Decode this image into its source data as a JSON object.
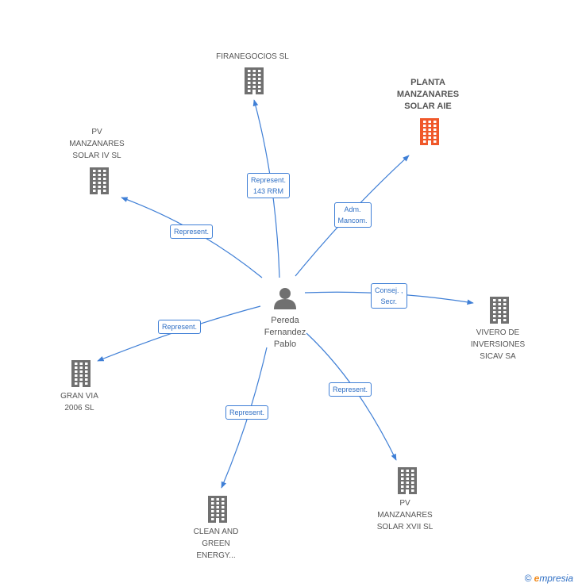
{
  "center": {
    "name_lines": [
      "Pereda",
      "Fernandez",
      "Pablo"
    ]
  },
  "nodes": [
    {
      "id": "firanegocios",
      "lines": [
        "FIRANEGOCIOS SL"
      ],
      "highlight": false
    },
    {
      "id": "planta",
      "lines": [
        "PLANTA",
        "MANZANARES",
        "SOLAR AIE"
      ],
      "highlight": true
    },
    {
      "id": "pv4",
      "lines": [
        "PV",
        "MANZANARES",
        "SOLAR IV SL"
      ],
      "highlight": false
    },
    {
      "id": "vivero",
      "lines": [
        "VIVERO DE",
        "INVERSIONES",
        "SICAV SA"
      ],
      "highlight": false
    },
    {
      "id": "granvia",
      "lines": [
        "GRAN VIA",
        "2006 SL"
      ],
      "highlight": false
    },
    {
      "id": "clean",
      "lines": [
        "CLEAN AND",
        "GREEN",
        "ENERGY..."
      ],
      "highlight": false
    },
    {
      "id": "pv17",
      "lines": [
        "PV",
        "MANZANARES",
        "SOLAR XVII SL"
      ],
      "highlight": false
    }
  ],
  "edges": [
    {
      "target": "firanegocios",
      "label_lines": [
        "Represent.",
        "143 RRM"
      ]
    },
    {
      "target": "planta",
      "label_lines": [
        "Adm.",
        "Mancom."
      ]
    },
    {
      "target": "pv4",
      "label_lines": [
        "Represent."
      ]
    },
    {
      "target": "vivero",
      "label_lines": [
        "Consej. ,",
        "Secr."
      ]
    },
    {
      "target": "granvia",
      "label_lines": [
        "Represent."
      ]
    },
    {
      "target": "clean",
      "label_lines": [
        "Represent."
      ]
    },
    {
      "target": "pv17",
      "label_lines": [
        "Represent."
      ]
    }
  ],
  "colors": {
    "building": "#707070",
    "highlight": "#f0582a",
    "edge": "#3f7fd6",
    "person": "#707070"
  },
  "footer": {
    "copyright": "©",
    "brand_initial": "e",
    "brand_rest": "mpresia"
  }
}
